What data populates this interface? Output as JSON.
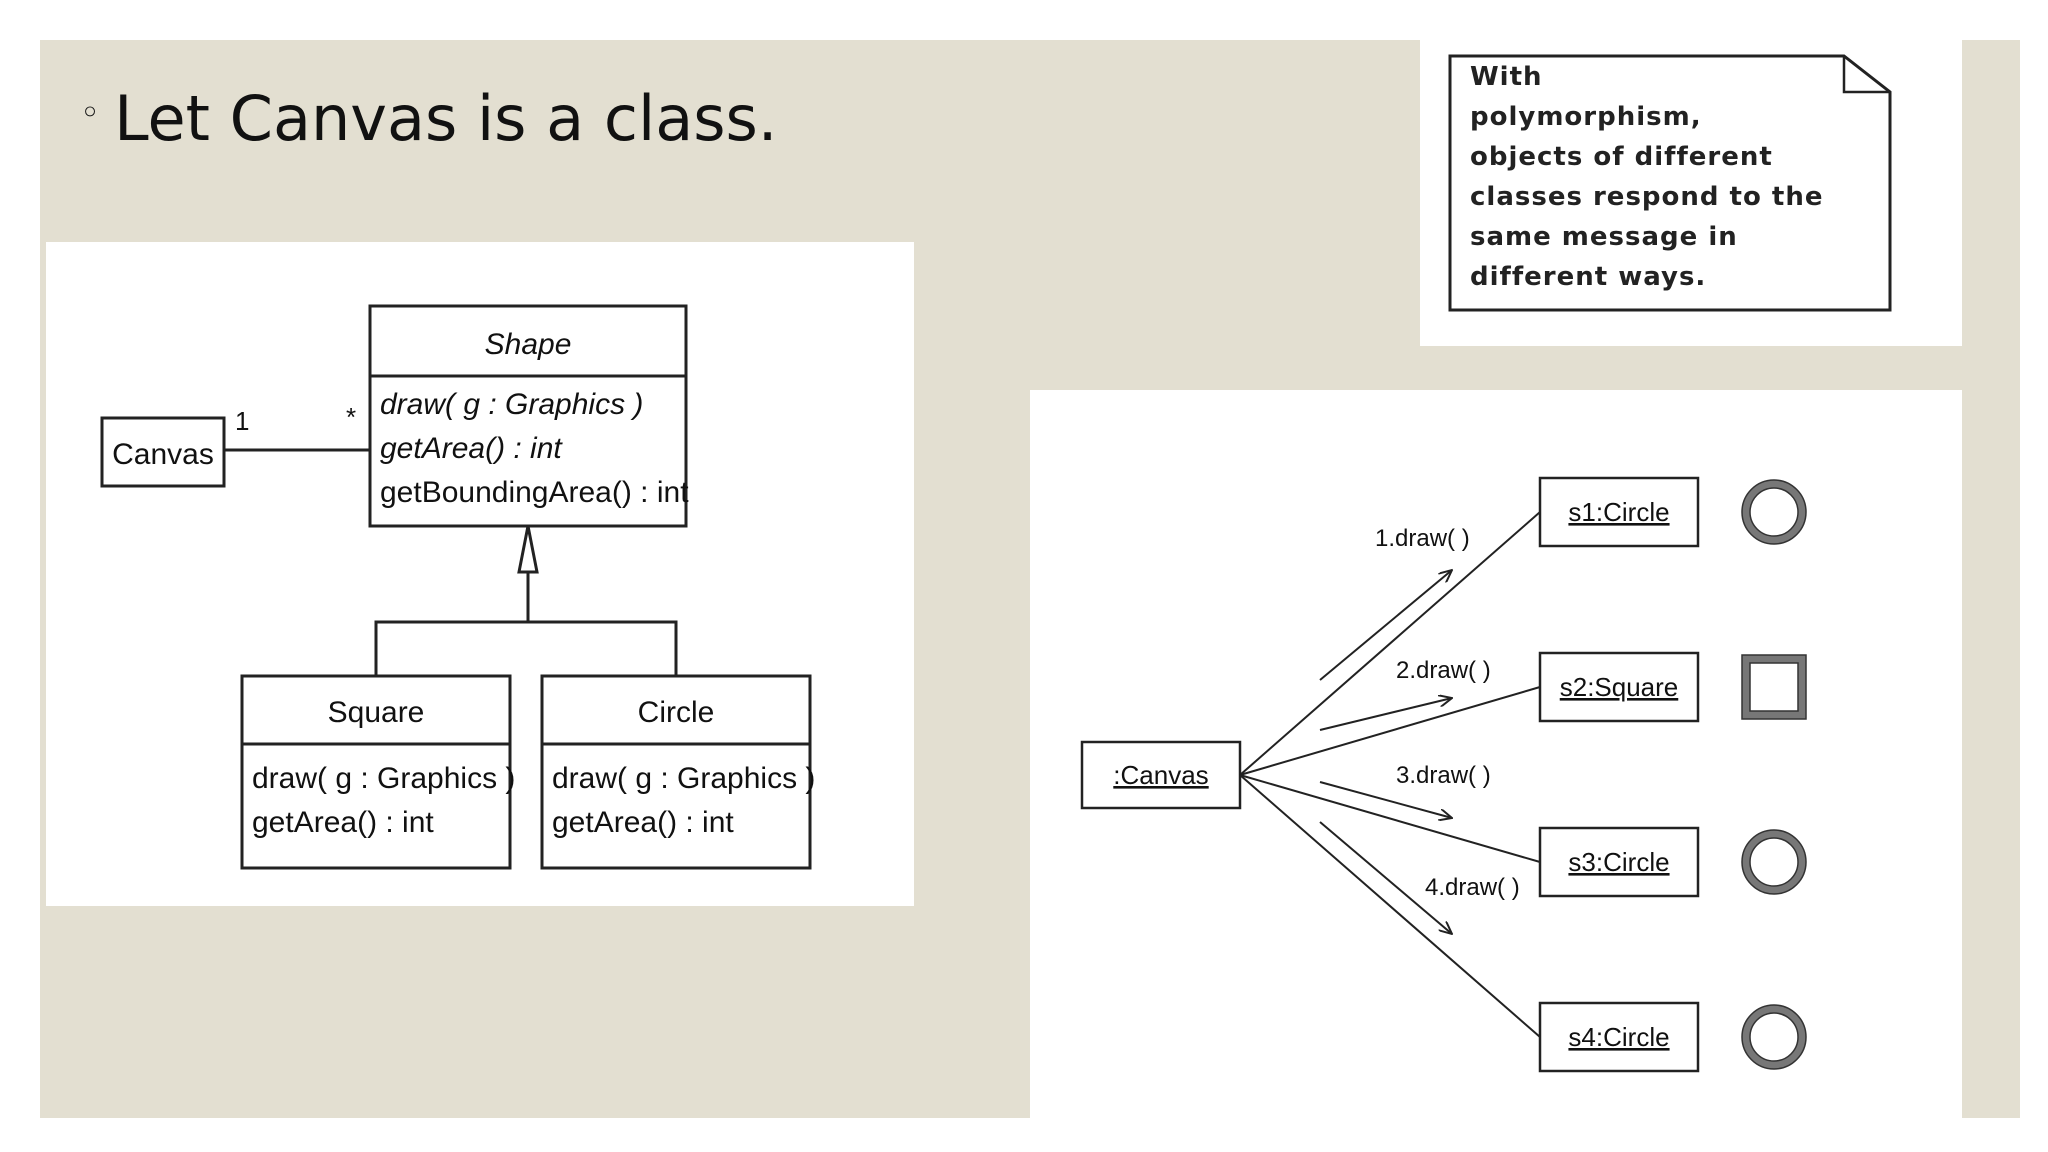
{
  "slide": {
    "bullet": "◦",
    "title": "Let Canvas is a class."
  },
  "note": {
    "lines": [
      "With",
      "polymorphism,",
      "objects of different",
      "classes respond to the",
      "same message in",
      "different ways."
    ]
  },
  "class_diagram": {
    "canvas": "Canvas",
    "mult_canvas": "1",
    "mult_shape": "*",
    "shape": {
      "name": "Shape",
      "ops": [
        "draw( g : Graphics )",
        "getArea() : int",
        "getBoundingArea() : int"
      ]
    },
    "square": {
      "name": "Square",
      "ops": [
        "draw( g : Graphics )",
        "getArea() : int"
      ]
    },
    "circle": {
      "name": "Circle",
      "ops": [
        "draw( g : Graphics )",
        "getArea() : int"
      ]
    }
  },
  "collaboration": {
    "canvas": ":Canvas",
    "objects": [
      "s1:Circle",
      "s2:Square",
      "s3:Circle",
      "s4:Circle"
    ],
    "messages": [
      "1.draw( )",
      "2.draw( )",
      "3.draw( )",
      "4.draw( )"
    ],
    "icons": [
      "circle-icon",
      "square-icon",
      "circle-icon",
      "circle-icon"
    ]
  },
  "colors": {
    "slide_background": "#e3dfd1",
    "icon_fill": "#777777"
  }
}
